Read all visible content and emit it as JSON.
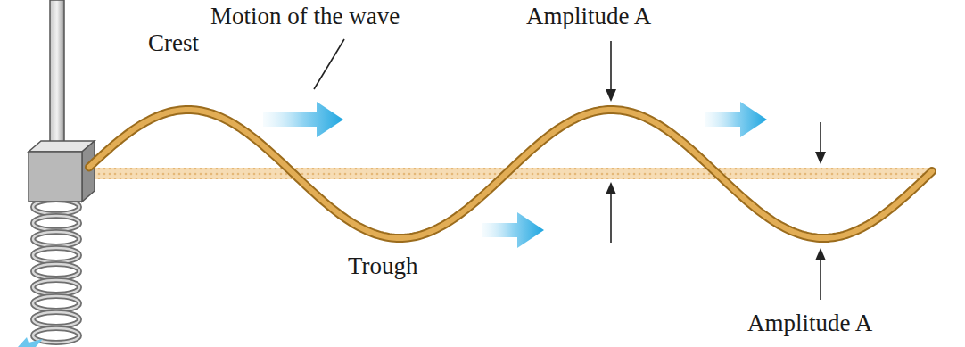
{
  "diagram": {
    "labels": [
      "Motion of the wave",
      "Amplitude A",
      "Crest",
      "Trough",
      "Amplitude A"
    ]
  }
}
